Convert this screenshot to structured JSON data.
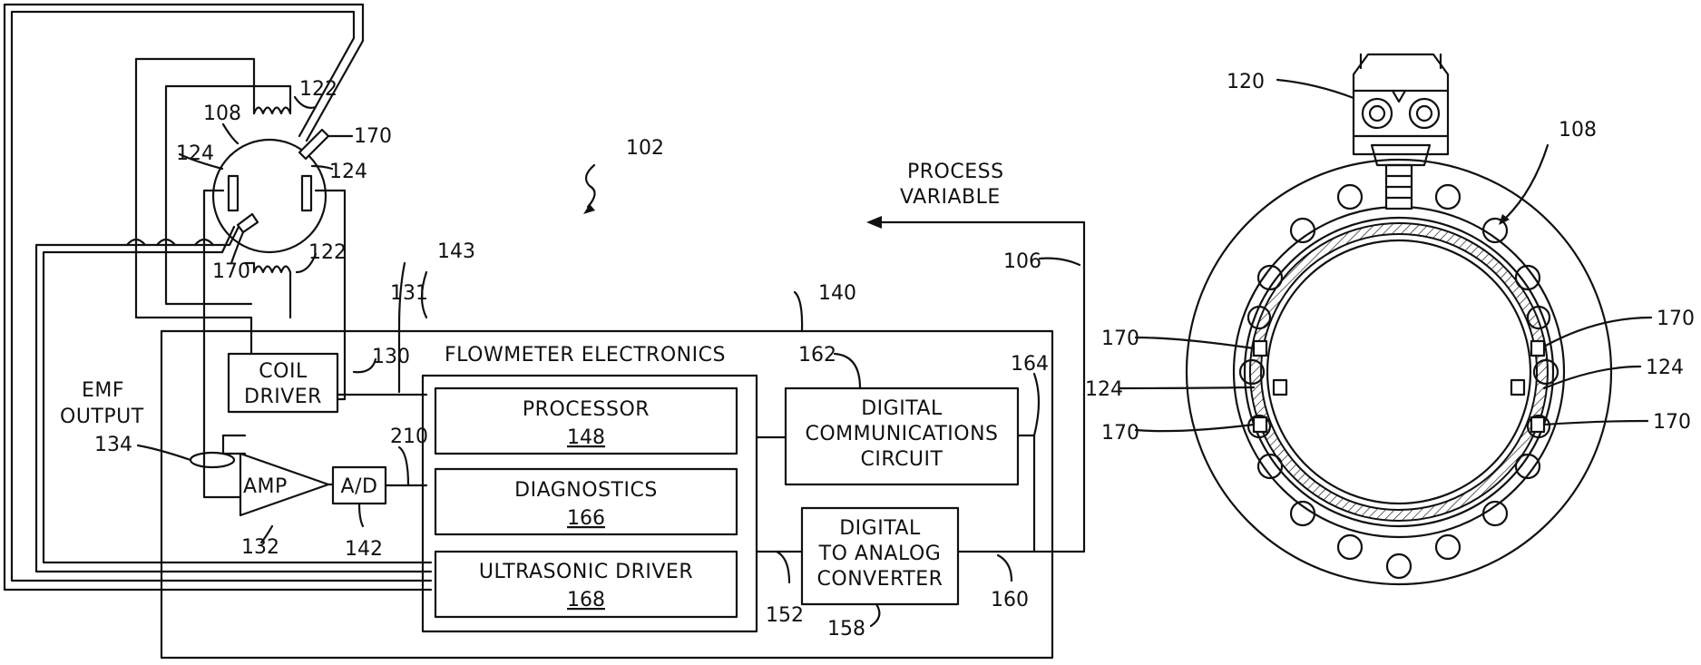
{
  "title_block": {
    "electronics_label": "FLOWMETER ELECTRONICS",
    "process_variable_line1": "PROCESS",
    "process_variable_line2": "VARIABLE",
    "emf_line1": "EMF",
    "emf_line2": "OUTPUT"
  },
  "blocks": {
    "coil_driver_line1": "COIL",
    "coil_driver_line2": "DRIVER",
    "amp": "AMP",
    "ad": "A/D",
    "processor": "PROCESSOR",
    "processor_ref": "148",
    "diagnostics": "DIAGNOSTICS",
    "diagnostics_ref": "166",
    "ultrasonic": "ULTRASONIC DRIVER",
    "ultrasonic_ref": "168",
    "digcomm_line1": "DIGITAL",
    "digcomm_line2": "COMMUNICATIONS",
    "digcomm_line3": "CIRCUIT",
    "dac_line1": "DIGITAL",
    "dac_line2": "TO ANALOG",
    "dac_line3": "CONVERTER"
  },
  "refs": {
    "r102": "102",
    "r106": "106",
    "r108_left": "108",
    "r108_right": "108",
    "r120": "120",
    "r122_top": "122",
    "r122_bot": "122",
    "r124_left": "124",
    "r124_right": "124",
    "r124_fl": "124",
    "r124_fr": "124",
    "r130": "130",
    "r131": "131",
    "r132": "132",
    "r134": "134",
    "r140": "140",
    "r142": "142",
    "r143": "143",
    "r152": "152",
    "r158": "158",
    "r160": "160",
    "r162": "162",
    "r164": "164",
    "r170_top": "170",
    "r170_bot": "170",
    "r170_fl1": "170",
    "r170_fl2": "170",
    "r170_fr1": "170",
    "r170_fr2": "170",
    "r210": "210"
  }
}
